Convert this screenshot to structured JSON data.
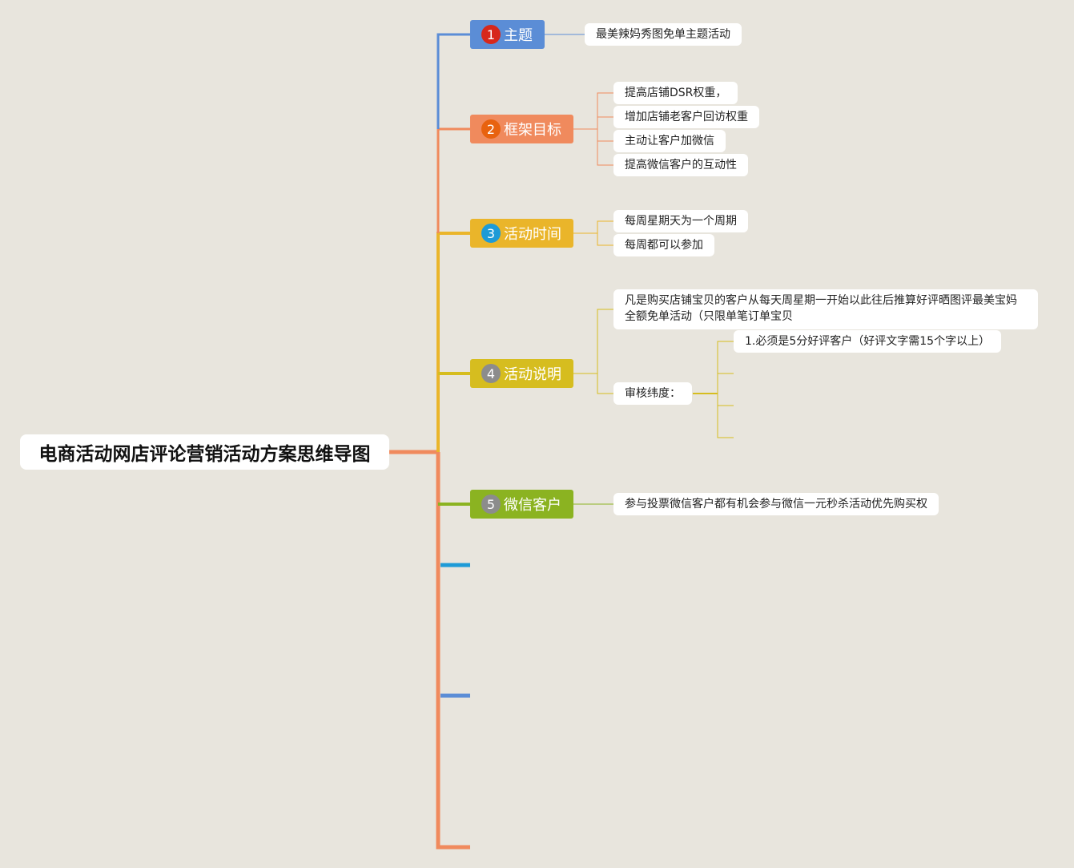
{
  "root": {
    "title": "电商活动网店评论营销活动方案思维导图"
  },
  "branches": [
    {
      "num": "1",
      "label": "主题",
      "color": "#5b8dd6",
      "badge": "#d7281c",
      "leaves": [
        "最美辣妈秀图免单主题活动"
      ]
    },
    {
      "num": "2",
      "label": "框架目标",
      "color": "#f08a5d",
      "badge": "#e8620f",
      "leaves": [
        "提高店铺DSR权重，",
        "增加店铺老客户回访权重",
        "主动让客户加微信",
        "提高微信客户的互动性"
      ]
    },
    {
      "num": "3",
      "label": "活动时间",
      "color": "#eab52a",
      "badge": "#1e9bd7",
      "leaves": [
        "每周星期天为一个周期",
        "每周都可以参加"
      ]
    },
    {
      "num": "4",
      "label": "活动说明",
      "color": "#d6bd1f",
      "badge": "#8c8c8c",
      "leaves": [
        "凡是购买店铺宝贝的客户从每天周星期一开始以此往后推算好评晒图评最美宝妈",
        "全额免单活动（只限单笔订单宝贝"
      ],
      "sub": {
        "label": "审核纬度：",
        "items": [
          "1.必须是5分好评客户（好评文字需15个字以上）"
        ]
      }
    },
    {
      "num": "5",
      "label": "微信客户",
      "color": "#8bb321",
      "badge": "#8c8c8c",
      "leaves": [
        "参与投票微信客户都有机会参与微信一元秒杀活动优先购买权"
      ]
    }
  ],
  "colors": {
    "spine": "#f08a5d",
    "background": "#e8e5dd"
  }
}
